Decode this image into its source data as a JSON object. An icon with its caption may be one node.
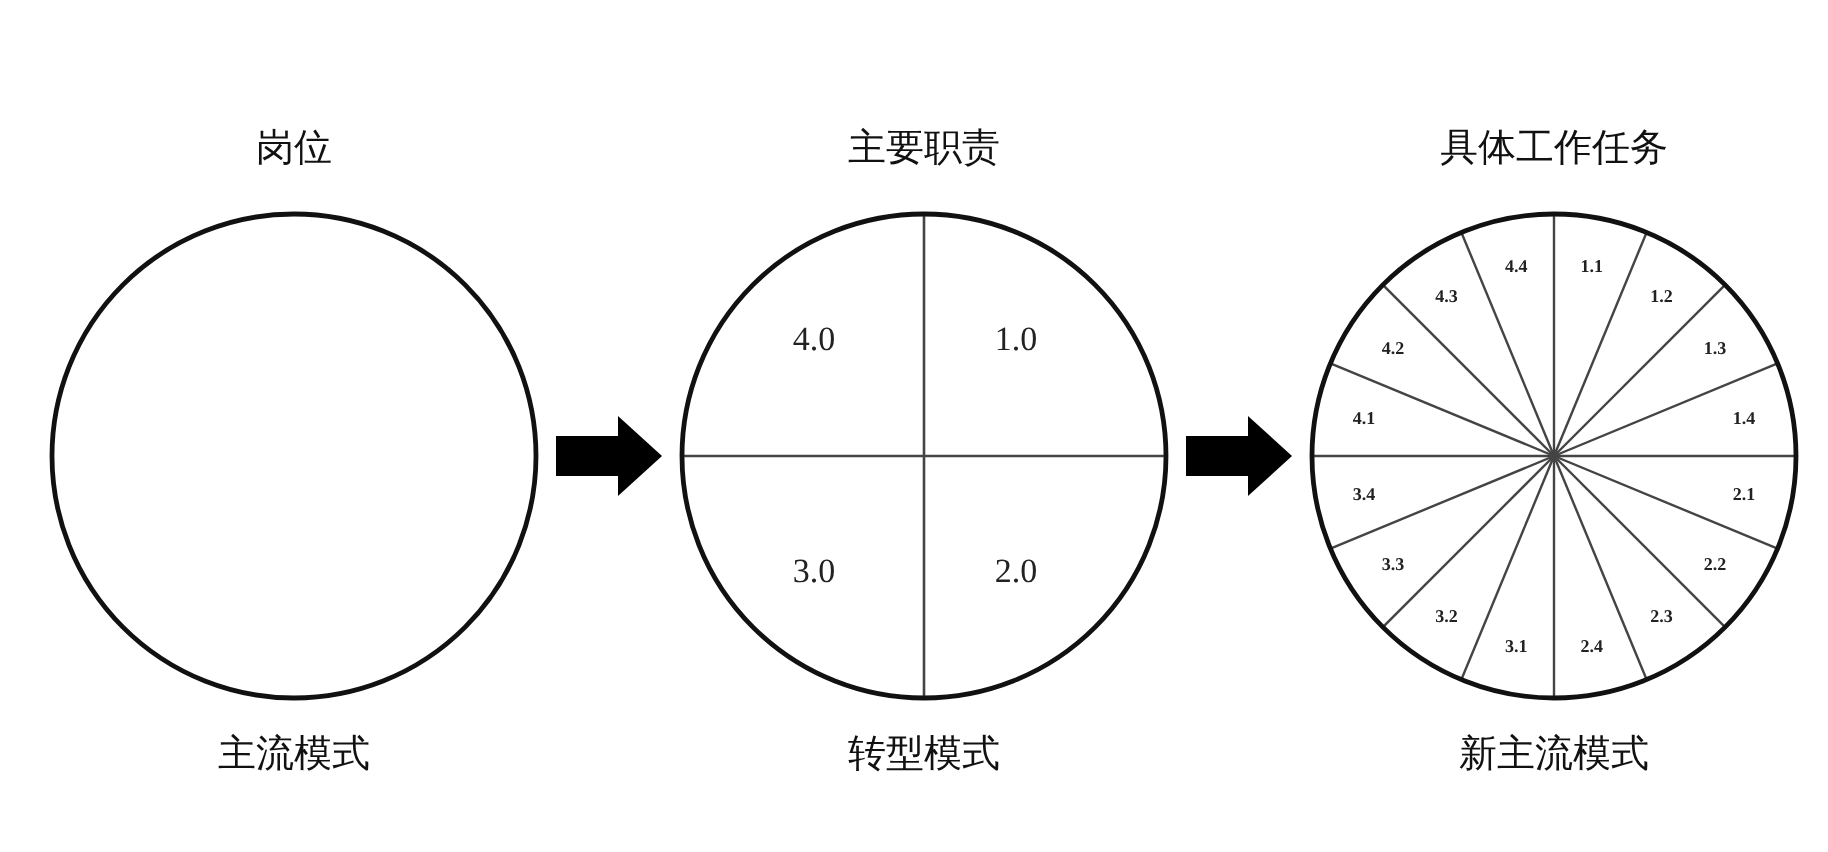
{
  "diagram": {
    "nodes": [
      {
        "text": [
          "岗位",
          "主流模式"
        ]
      },
      {
        "text": [
          "主要职责",
          "4.0",
          "1.0",
          "3.0",
          "2.0",
          "转型模式"
        ]
      },
      {
        "text": [
          "具体工作任务",
          "1.1",
          "1.2",
          "1.3",
          "1.4",
          "2.1",
          "2.2",
          "2.3",
          "2.4",
          "3.1",
          "3.2",
          "3.3",
          "3.4",
          "4.1",
          "4.2",
          "4.3",
          "4.4",
          "新主流模式"
        ]
      }
    ],
    "edges": [
      {
        "from": 0,
        "to": 1,
        "arrow": "to"
      },
      {
        "from": 1,
        "to": 2,
        "arrow": "to"
      }
    ]
  }
}
